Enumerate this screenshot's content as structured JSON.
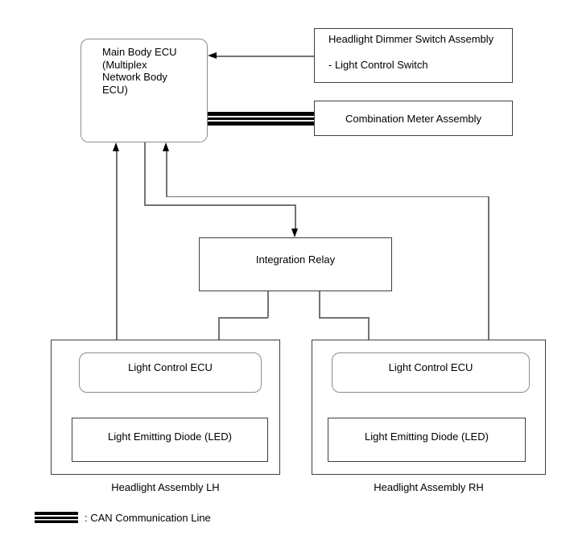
{
  "nodes": {
    "main_body_ecu": {
      "label": "Main Body ECU\n(Multiplex\nNetwork Body\nECU)"
    },
    "dimmer_switch": {
      "title": "Headlight Dimmer Switch Assembly",
      "subitem": "- Light Control Switch"
    },
    "combination_meter": {
      "label": "Combination Meter Assembly"
    },
    "integration_relay": {
      "label": "Integration Relay"
    },
    "headlight_lh": {
      "ecu": "Light Control ECU",
      "led": "Light Emitting Diode (LED)",
      "caption": "Headlight Assembly LH"
    },
    "headlight_rh": {
      "ecu": "Light Control ECU",
      "led": "Light Emitting Diode (LED)",
      "caption": "Headlight Assembly RH"
    }
  },
  "legend": {
    "symbol": "can-triple-line",
    "text": ": CAN Communication Line"
  },
  "colors": {
    "background": "#ffffff",
    "text": "#000000",
    "box_border": "#3f3f3f",
    "rounded_box_border": "#8c8c8c",
    "connector_line": "#737373",
    "arrowhead": "#000000",
    "can_line": "#000000"
  }
}
